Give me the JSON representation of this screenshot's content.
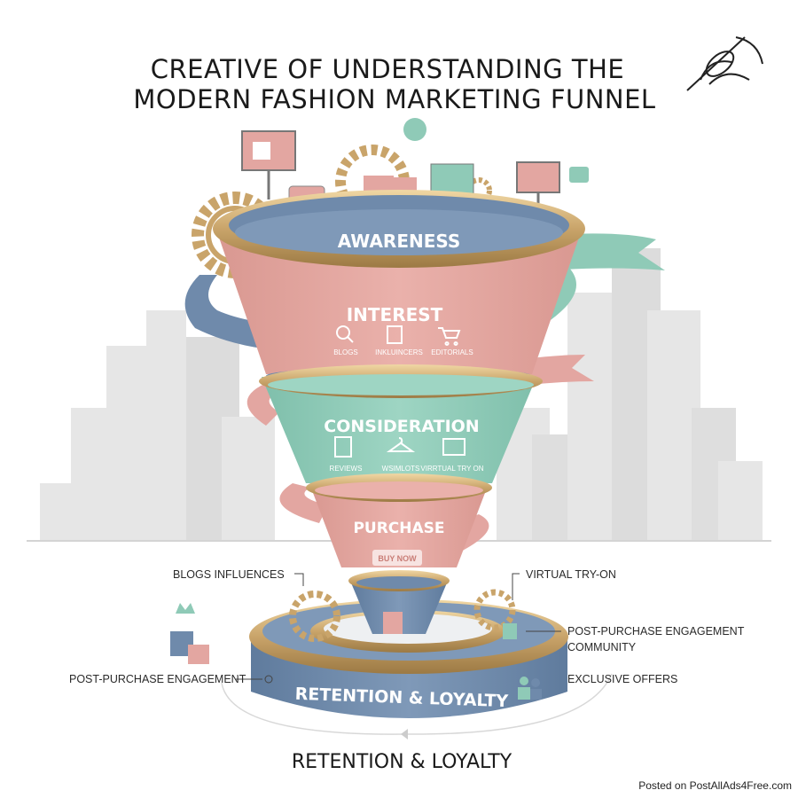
{
  "title": {
    "line1": "CREATIVE OF UNDERSTANDING THE",
    "line2": "MODERN FASHION MARKETING FUNNEL"
  },
  "stages": {
    "awareness": "AWARENESS",
    "interest": {
      "label": "INTEREST",
      "items": [
        "BLOGS",
        "INKLUINCERS",
        "EDITORIALS"
      ]
    },
    "consideration": {
      "label": "CONSIDERATION",
      "items": [
        "REVIEWS",
        "WSIMLOTS",
        "VIRRTUAL TRY ON"
      ]
    },
    "purchase": {
      "label": "PURCHASE",
      "button": "BUY NOW"
    },
    "retention": "RETENTION & LOYALTY"
  },
  "callouts": {
    "blogs_influences": "BLOGS INFLUENCES",
    "virtual_try_on": "VIRTUAL TRY-ON",
    "post_purchase_right_1": "POST-PURCHASE ENGAGEMENT",
    "post_purchase_right_2": "COMMUNITY",
    "post_purchase_left": "POST-PURCHASE ENGAGEMENT",
    "exclusive_offers": "EXCLUSIVE OFFERS"
  },
  "footer_label": "RETENTION & LOYALTY",
  "watermark": "Posted on PostAllAds4Free.com",
  "colors": {
    "pink": "#e3a6a1",
    "mint": "#8fcab7",
    "blue": "#6f8aab",
    "gold": "#c9a46a",
    "skyline": "#e4e4e4"
  }
}
